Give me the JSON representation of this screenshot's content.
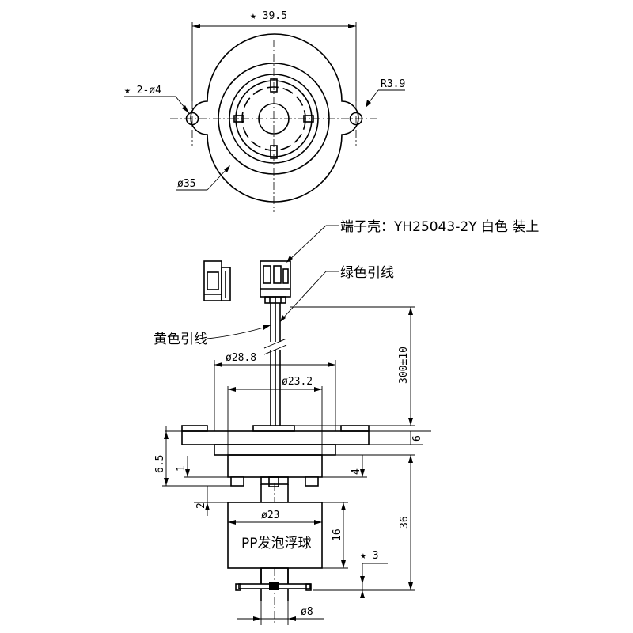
{
  "top_view": {
    "dim_width": "★ 39.5",
    "dim_holes": "★ 2-ø4",
    "dim_radius": "R3.9",
    "dim_outer_dia": "ø35"
  },
  "side_view": {
    "connector_label": "端子壳：YH25043-2Y 白色    装上",
    "green_wire_label": "绿色引线",
    "yellow_wire_label": "黄色引线",
    "dim_flange": "ø28.8",
    "dim_housing": "ø23.2",
    "dim_wire_length": "300±10",
    "dim_flange_thickness": "6",
    "dim_65": "6.5",
    "dim_1": "1",
    "dim_4": "4",
    "dim_2": "2",
    "dim_float_dia": "ø23",
    "float_label": "PP发泡浮球",
    "dim_float_height": "16",
    "dim_total": "36",
    "dim_clip": "★ 3",
    "dim_stem": "ø8"
  }
}
